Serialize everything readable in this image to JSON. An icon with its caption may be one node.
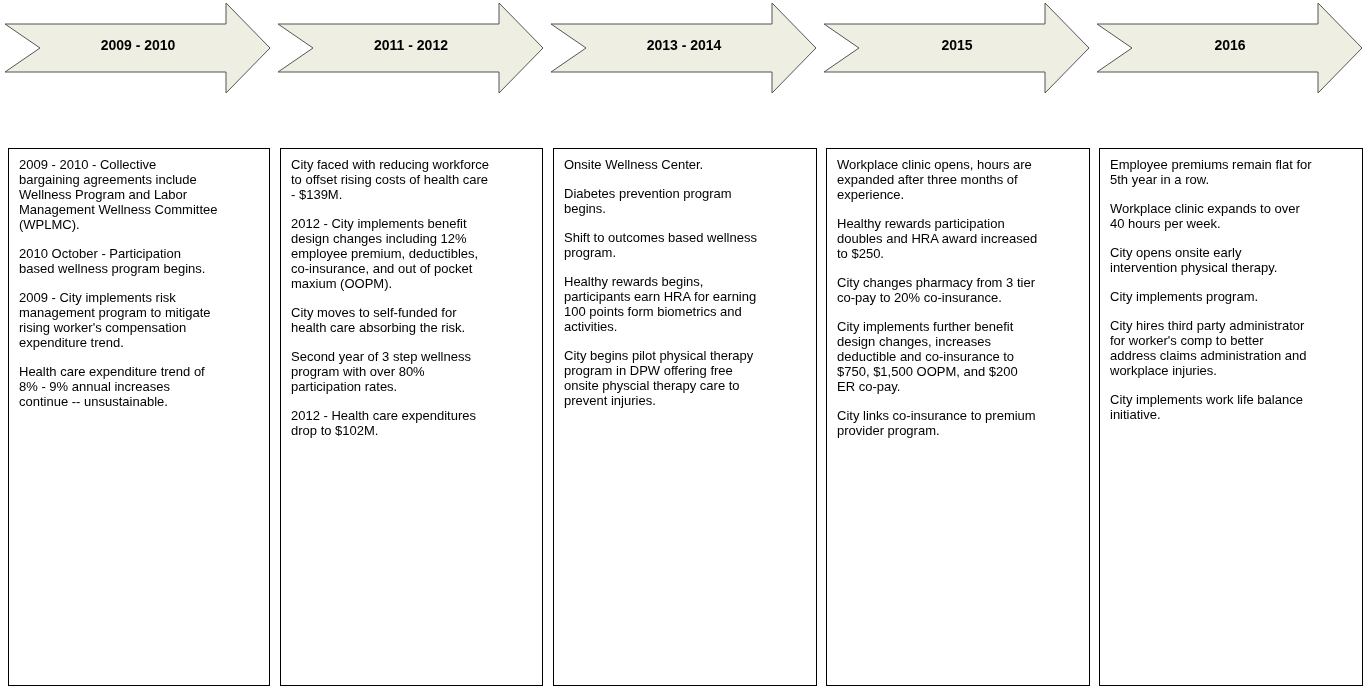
{
  "diagram": {
    "nodes": [
      {
        "text": [
          "2009 - 2010"
        ]
      },
      {
        "text": [
          "2011 - 2012"
        ]
      },
      {
        "text": [
          "2013 - 2014"
        ]
      },
      {
        "text": [
          "2015"
        ]
      },
      {
        "text": [
          "2016"
        ]
      },
      {
        "text": [
          "2009 - 2010 - Collective bargaining agreements include Wellness Program and Labor Management Wellness Committee (WPLMC).",
          "2010 October - Participation based wellness program begins.",
          "2009 - City implements risk management program to mitigate rising worker's compensation expenditure trend.",
          "Health care expenditure trend of 8% - 9% annual increases continue -- unsustainable."
        ]
      },
      {
        "text": [
          "City faced with reducing workforce to offset rising costs of health care - $139M.",
          "2012 - City implements benefit design changes including 12% employee premium, deductibles, co-insurance, and out of pocket maxium (OOPM).",
          "City moves to self-funded for health care absorbing the risk.",
          "Second year of 3 step wellness program with over 80% participation rates.",
          "2012 - Health care expenditures drop to $102M."
        ]
      },
      {
        "text": [
          "Onsite Wellness Center.",
          "Diabetes prevention program begins.",
          "Shift to outcomes based wellness program.",
          "Healthy rewards begins, participants earn HRA for earning 100 points form biometrics and activities.",
          "City begins pilot physical therapy program in DPW offering free onsite physcial therapy care to prevent injuries."
        ]
      },
      {
        "text": [
          "Workplace clinic opens, hours are expanded after three months of experience.",
          "Healthy rewards participation doubles and HRA award increased to $250.",
          "City changes pharmacy from 3 tier co-pay to 20% co-insurance.",
          "City implements further benefit design changes, increases deductible and co-insurance to $750, $1,500 OOPM, and $200 ER co-pay.",
          "City links co-insurance to premium provider program."
        ]
      },
      {
        "text": [
          "Employee premiums remain flat for 5th year in a row.",
          "Workplace clinic expands to over 40 hours per week.",
          "City opens onsite early intervention physical therapy.",
          "City implements program.",
          "City hires third party administrator for worker's comp to better address claims administration and workplace injuries.",
          "City implements work life balance initiative."
        ]
      }
    ]
  }
}
